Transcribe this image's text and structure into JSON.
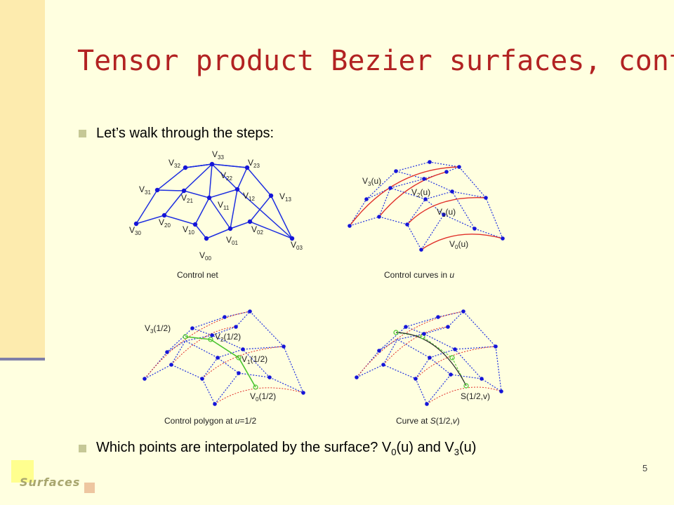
{
  "slide": {
    "title": "Tensor product Bezier surfaces, cont.",
    "bullet1": "Let’s walk through the steps:",
    "bullet2": {
      "text": "Which points are interpolated by the surface? V",
      "s1": "0",
      "mid": "(u) and V",
      "s2": "3",
      "end": "(u)"
    },
    "footer": "Surfaces",
    "page_number": "5"
  },
  "figures": {
    "control_net": {
      "caption": "Control net",
      "labels": [
        {
          "b": "V",
          "s": "32"
        },
        {
          "b": "V",
          "s": "33"
        },
        {
          "b": "V",
          "s": "23"
        },
        {
          "b": "V",
          "s": "22"
        },
        {
          "b": "V",
          "s": "31"
        },
        {
          "b": "V",
          "s": "21"
        },
        {
          "b": "V",
          "s": "11"
        },
        {
          "b": "V",
          "s": "12"
        },
        {
          "b": "V",
          "s": "13"
        },
        {
          "b": "V",
          "s": "30"
        },
        {
          "b": "V",
          "s": "20"
        },
        {
          "b": "V",
          "s": "10"
        },
        {
          "b": "V",
          "s": "02"
        },
        {
          "b": "V",
          "s": "01"
        },
        {
          "b": "V",
          "s": "03"
        },
        {
          "b": "V",
          "s": "00"
        }
      ]
    },
    "control_curves": {
      "caption_text": "Control curves in ",
      "caption_var": "u",
      "labels": [
        {
          "b": "V",
          "s": "3",
          "a": "(u)"
        },
        {
          "b": "V",
          "s": "2",
          "a": "(u)"
        },
        {
          "b": "V",
          "s": "1",
          "a": "(u)"
        },
        {
          "b": "V",
          "s": "0",
          "a": "(u)"
        }
      ]
    },
    "control_polygon": {
      "caption_text": "Control polygon at ",
      "caption_var": "u",
      "caption_end": "=1/2",
      "labels": [
        {
          "b": "V",
          "s": "3",
          "a": "(1/2)"
        },
        {
          "b": "V",
          "s": "2",
          "a": "(1/2)"
        },
        {
          "b": "V",
          "s": "1",
          "a": "(1/2)"
        },
        {
          "b": "V",
          "s": "0",
          "a": "(1/2)"
        }
      ]
    },
    "curve_at": {
      "caption_text": "Curve at ",
      "caption_var": "S",
      "caption_end": "(1/2,",
      "caption_var2": "v",
      "caption_close": ")",
      "label": "S(1/2,v)"
    }
  },
  "colors": {
    "title": "#B22222",
    "net": "#1E2FE0",
    "point": "#1515D8",
    "curve": "#E0302A",
    "polygon": "#49C42E",
    "isocurve": "#2A2A2A"
  }
}
